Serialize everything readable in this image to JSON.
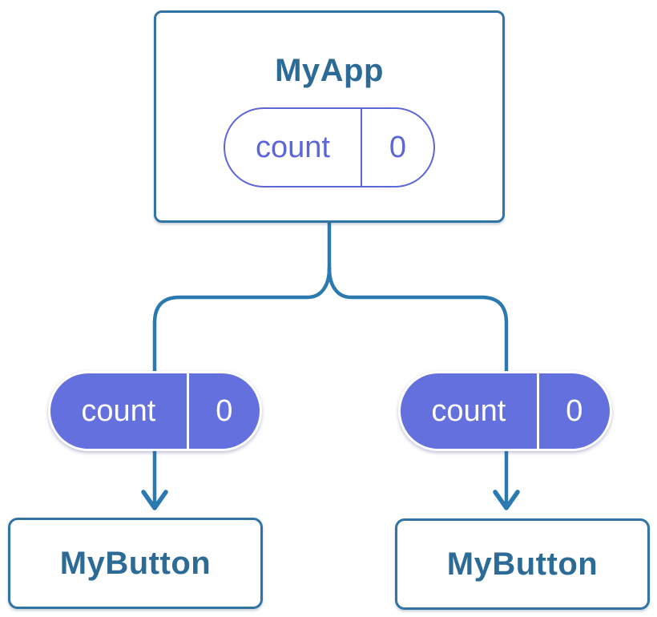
{
  "diagram": {
    "root": {
      "title": "MyApp",
      "state": {
        "name": "count",
        "value": "0"
      }
    },
    "children": [
      {
        "title": "MyButton",
        "pill": {
          "name": "count",
          "value": "0"
        }
      },
      {
        "title": "MyButton",
        "pill": {
          "name": "count",
          "value": "0"
        }
      }
    ]
  },
  "colors": {
    "background": "#ffffff",
    "node-fill": "#ffffff",
    "node-border": "#3173a3",
    "node-text": "#2d6b97",
    "connector": "#2b79b1",
    "pill-fill": "#6470dd",
    "pill-outline": "#5d66d7",
    "pill-text-light": "#ffffff",
    "pill-divider-light": "#ffffff"
  }
}
